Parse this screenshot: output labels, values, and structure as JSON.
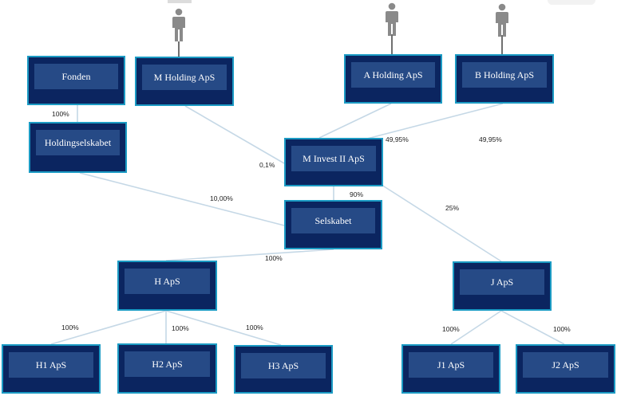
{
  "colors": {
    "box_fill": "#0b2560",
    "box_border": "#1b9bc4",
    "label_fill": "#264a86",
    "line": "#c5d8e6",
    "person": "#8a8a8a"
  },
  "nodes": {
    "fonden": "Fonden",
    "m_holding": "M Holding ApS",
    "a_holding": "A Holding ApS",
    "b_holding": "B Holding ApS",
    "holdingselskabet": "Holdingselskabet",
    "m_invest": "M Invest II ApS",
    "selskabet": "Selskabet",
    "h_aps": "H ApS",
    "j_aps": "J ApS",
    "h1": "H1 ApS",
    "h2": "H2 ApS",
    "h3": "H3 ApS",
    "j1": "J1 ApS",
    "j2": "J2 ApS"
  },
  "ownership": {
    "fonden_holdingselskabet": "100%",
    "m_holding_m_invest": "0,1%",
    "a_holding_m_invest": "49,95%",
    "b_holding_m_invest": "49,95%",
    "holdingselskabet_selskabet": "10,00%",
    "m_invest_selskabet": "90%",
    "m_invest_j": "25%",
    "selskabet_h": "100%",
    "h_h1": "100%",
    "h_h2": "100%",
    "h_h3": "100%",
    "j_j1": "100%",
    "j_j2": "100%"
  },
  "icons": [
    "person-icon"
  ]
}
